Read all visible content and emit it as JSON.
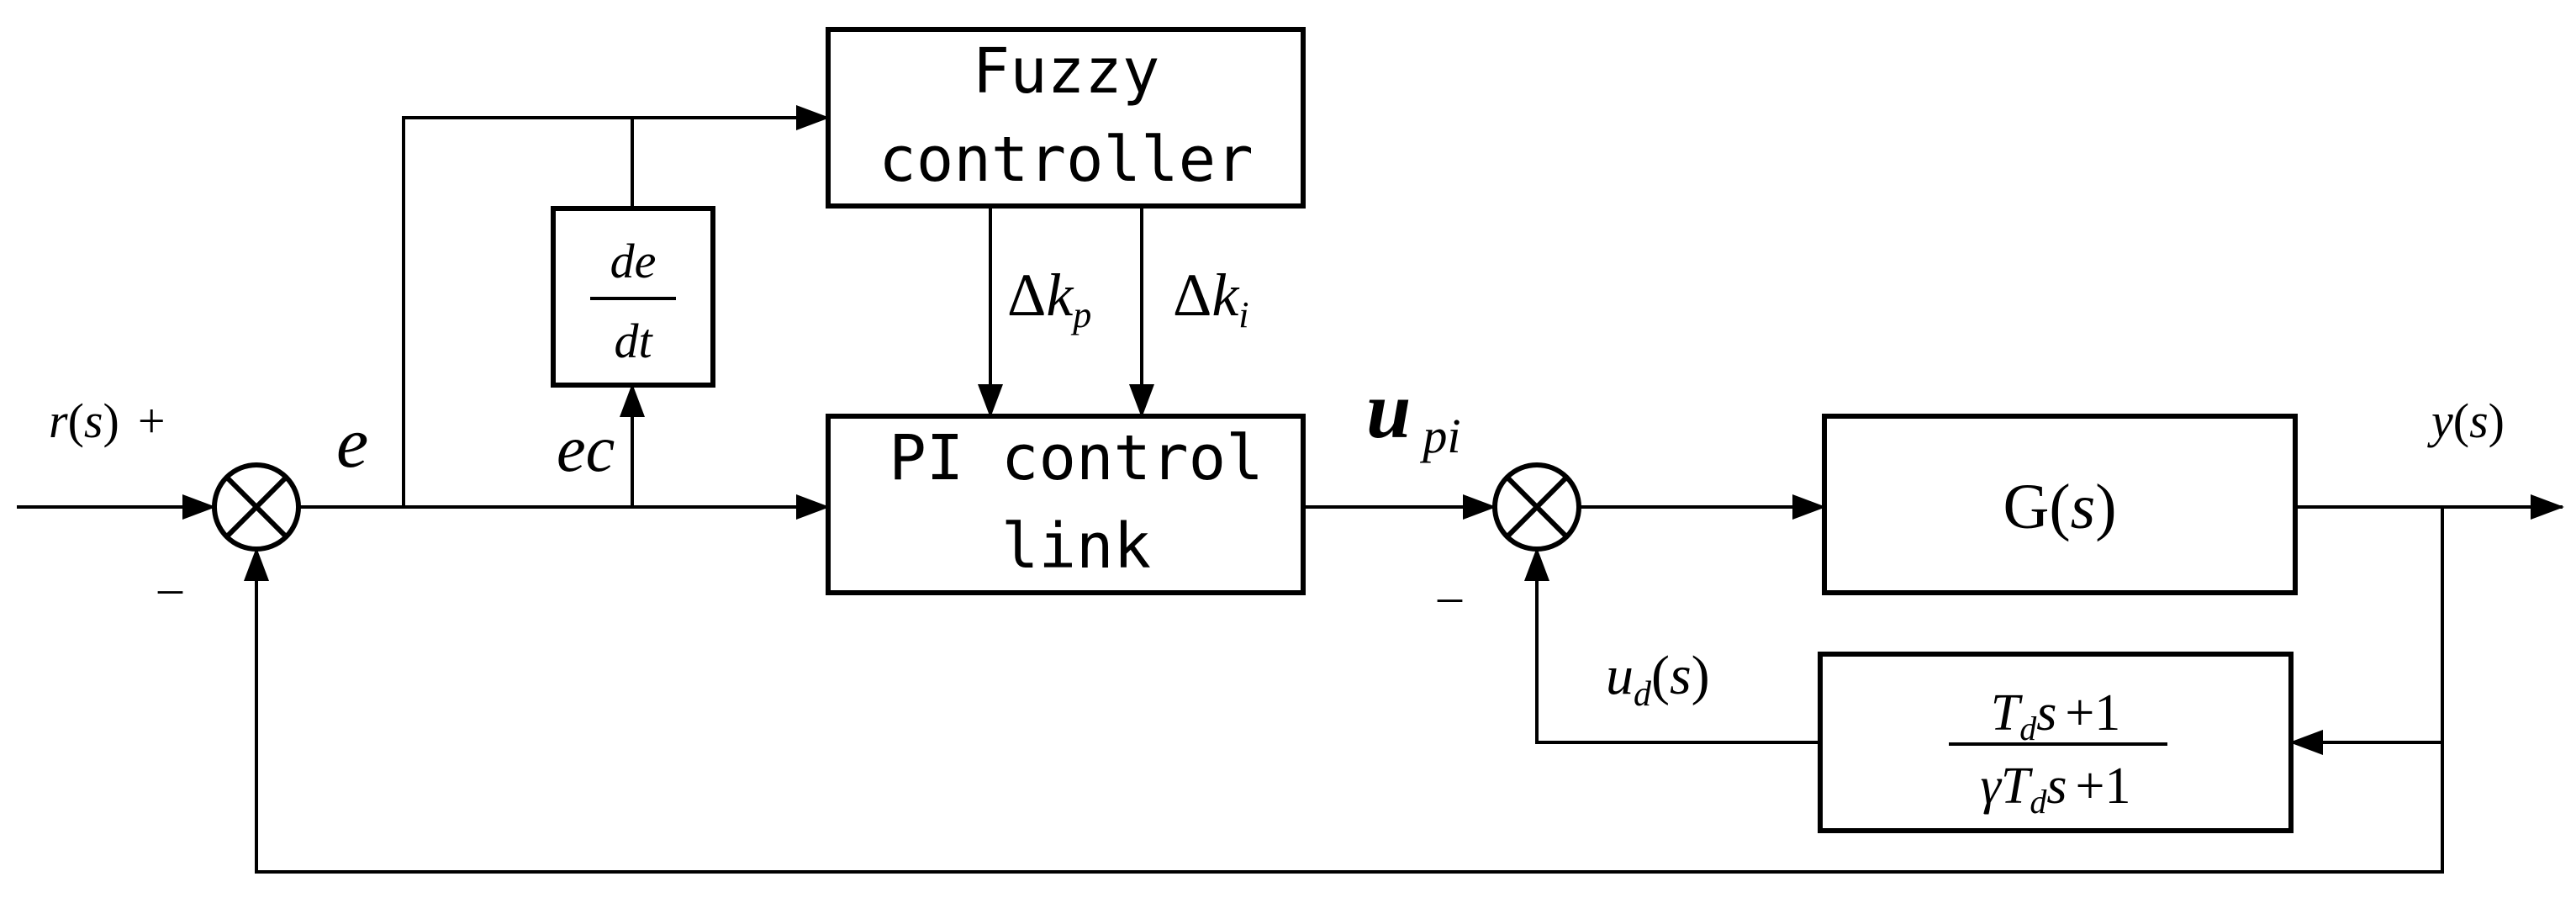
{
  "blocks": {
    "fuzzy": {
      "line1": "Fuzzy",
      "line2": "controller"
    },
    "pi": {
      "line1": "PI control",
      "line2": "link"
    },
    "plant": {
      "g": "G",
      "lp": "(",
      "s": "s",
      "rp": ")"
    },
    "derivative": {
      "num": "de",
      "den": "dt"
    },
    "filter": {
      "num_T": "T",
      "num_sub": "d",
      "num_rest": "s",
      "num_plus": "+1",
      "den_gamma": "γT",
      "den_sub": "d",
      "den_rest": "s",
      "den_plus": "+1"
    }
  },
  "signals": {
    "r": {
      "name": "r",
      "lp": "(",
      "s": "s",
      "rp": ")",
      "sign": "+"
    },
    "e": "e",
    "ec": "ec",
    "dkp": {
      "delta": "Δ",
      "k": "k",
      "sub": "p"
    },
    "dki": {
      "delta": "Δ",
      "k": "k",
      "sub": "i"
    },
    "upi": {
      "u": "u",
      "sub": "pi"
    },
    "ud": {
      "u": "u",
      "sub": "d",
      "lp": "(",
      "s": "s",
      "rp": ")"
    },
    "y": {
      "name": "y",
      "lp": "(",
      "s": "s",
      "rp": ")"
    },
    "minus1": "–",
    "minus2": "–"
  }
}
